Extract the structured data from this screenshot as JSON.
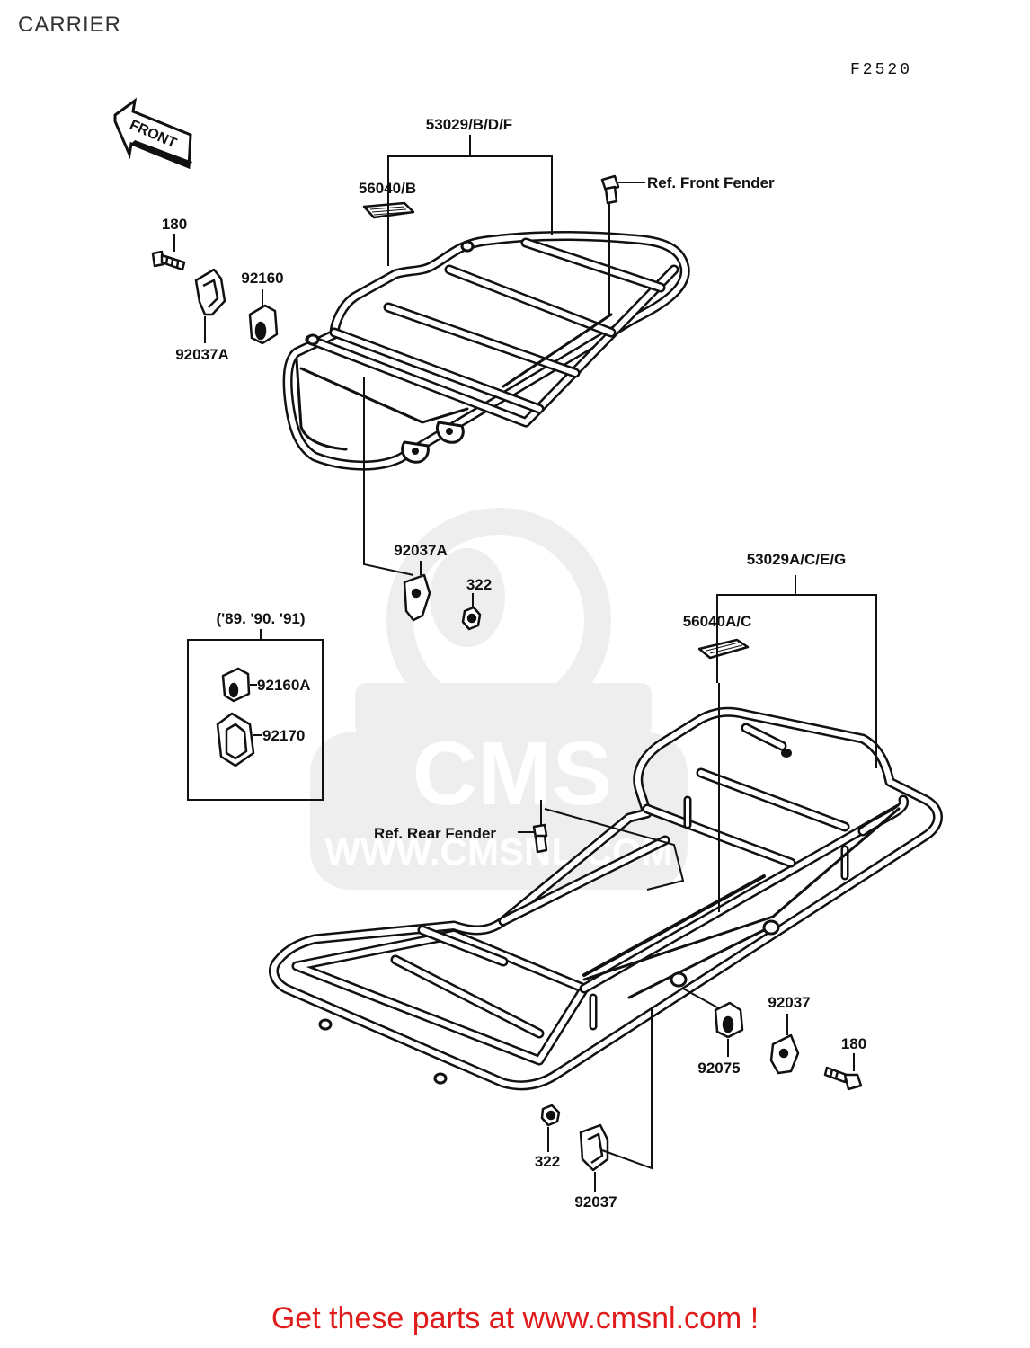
{
  "page": {
    "title": "CARRIER",
    "diagram_code": "F2520",
    "footer": "Get these parts at www.cmsnl.com !"
  },
  "watermark": {
    "brand": "CMS",
    "site": "WWW.CMSNL.COM"
  },
  "direction_arrow": {
    "label": "FRONT"
  },
  "labels": {
    "front_carrier": "53029/B/D/F",
    "front_reflector": "56040/B",
    "ref_front_fender": "Ref. Front Fender",
    "bolt_top": "180",
    "collar_top": "92160",
    "clamp_top": "92037A",
    "clamp_mid": "92037A",
    "nut_mid": "322",
    "years_box": "('89. '90. '91)",
    "collar_variant": "92160A",
    "clamp_variant": "92170",
    "rear_carrier": "53029A/C/E/G",
    "rear_reflector": "56040A/C",
    "ref_rear_fender": "Ref. Rear Fender",
    "clamp_rear_right": "92037",
    "bolt_rear": "180",
    "collar_rear": "92075",
    "nut_rear": "322",
    "clamp_rear_bottom": "92037"
  }
}
